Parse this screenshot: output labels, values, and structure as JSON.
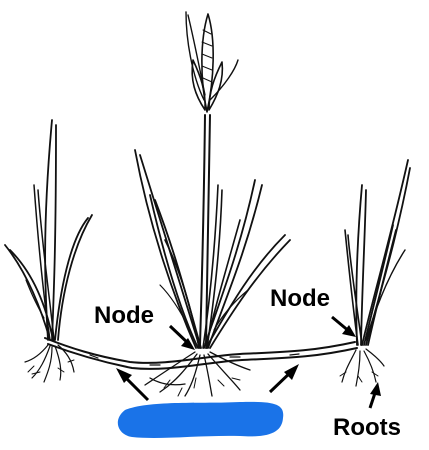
{
  "labels": {
    "node_left": "Node",
    "node_right": "Node",
    "roots": "Roots"
  },
  "colors": {
    "ink": "#111111",
    "blob": "#1a73e8",
    "background": "#ffffff"
  }
}
